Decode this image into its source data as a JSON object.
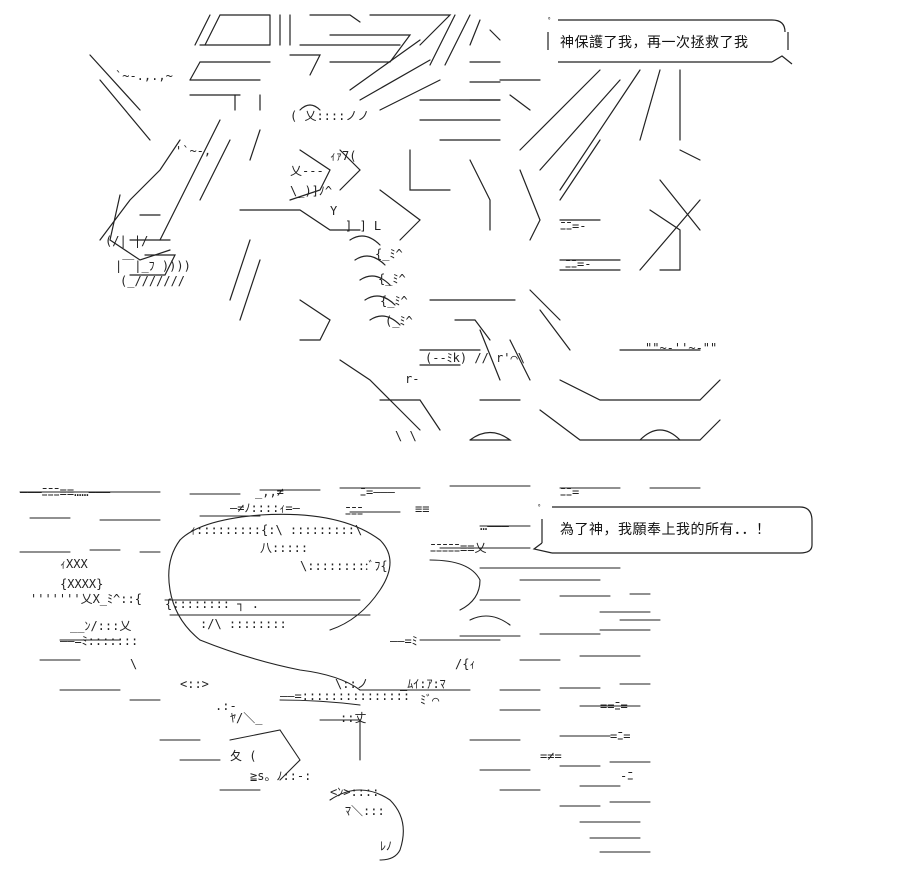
{
  "panels": [
    {
      "id": "top",
      "speech": "神保護了我，再一次拯救了我"
    },
    {
      "id": "bottom",
      "speech": "為了神，我願奉上我的所有．．！"
    }
  ],
  "colors": {
    "background": "#ffffff",
    "ink": "#111111"
  }
}
